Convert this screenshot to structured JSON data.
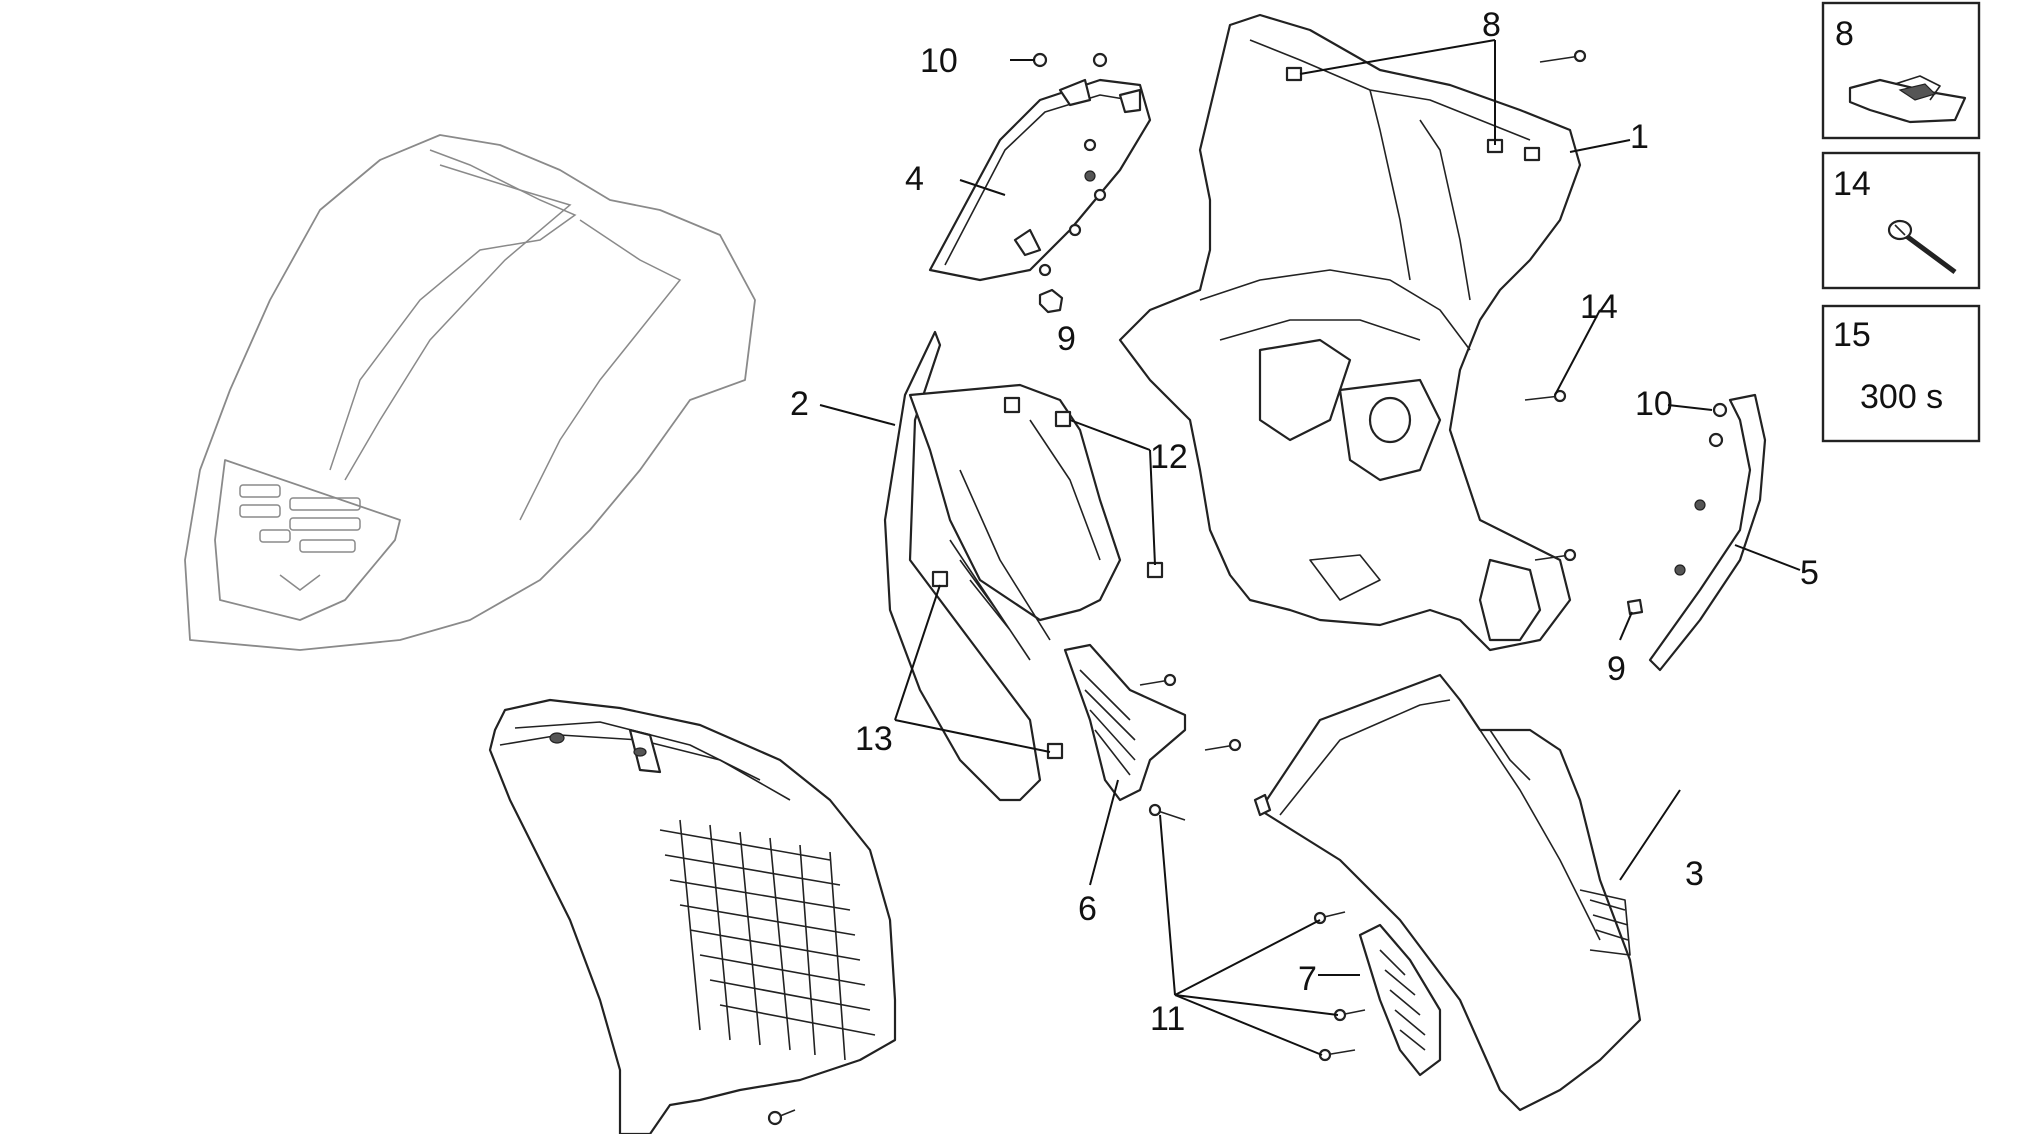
{
  "callouts": {
    "c1": "1",
    "c2": "2",
    "c3": "3",
    "c4": "4",
    "c5": "5",
    "c6": "6",
    "c7": "7",
    "c8": "8",
    "c9a": "9",
    "c9b": "9",
    "c10a": "10",
    "c10b": "10",
    "c11": "11",
    "c12": "12",
    "c13": "13",
    "c14": "14"
  },
  "legend": {
    "box8": {
      "number": "8"
    },
    "box14": {
      "number": "14"
    },
    "box15": {
      "number": "15",
      "text": "300 s"
    }
  }
}
